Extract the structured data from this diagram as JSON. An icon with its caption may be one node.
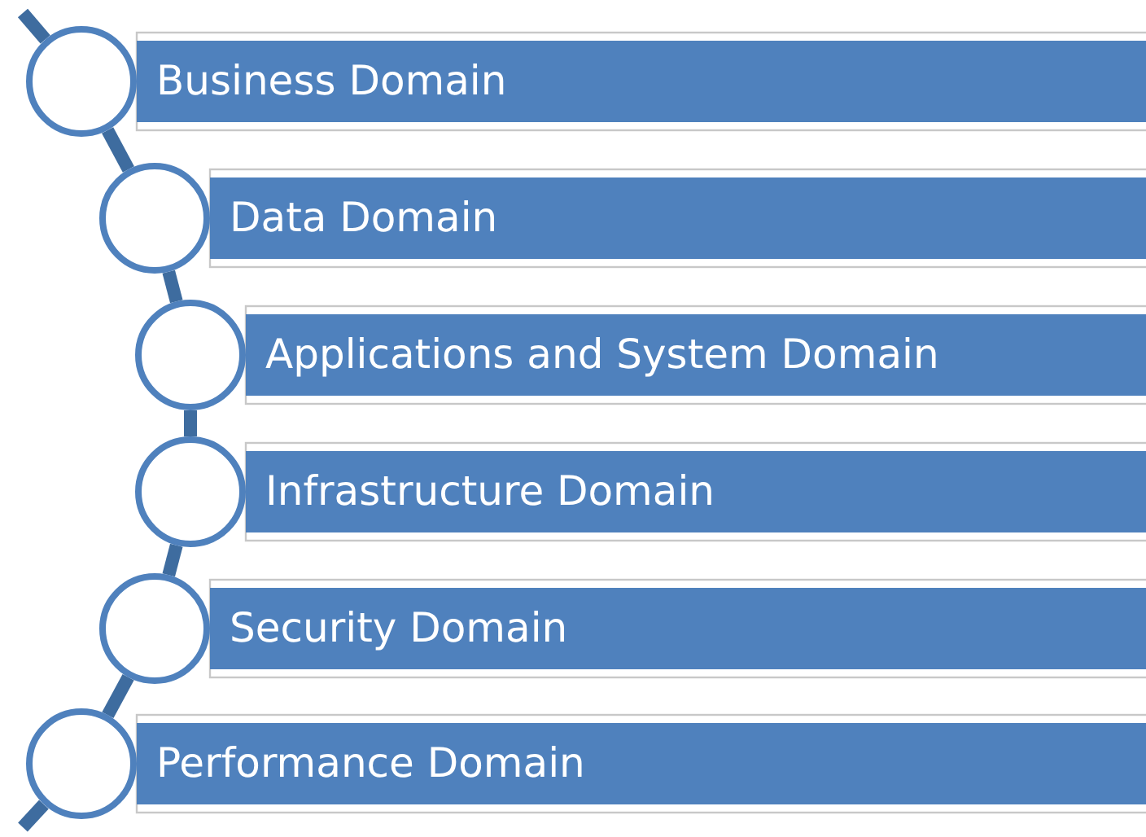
{
  "diagram": {
    "nodes": [
      {
        "text": [
          "Business Domain"
        ]
      },
      {
        "text": [
          "Data Domain"
        ]
      },
      {
        "text": [
          "Applications and System Domain"
        ]
      },
      {
        "text": [
          "Infrastructure Domain"
        ]
      },
      {
        "text": [
          "Security Domain"
        ]
      },
      {
        "text": [
          "Performance Domain"
        ]
      },
      {
        "text": [],
        "shape": "circle"
      },
      {
        "text": [],
        "shape": "circle"
      },
      {
        "text": [],
        "shape": "circle"
      },
      {
        "text": [],
        "shape": "circle"
      },
      {
        "text": [],
        "shape": "circle"
      },
      {
        "text": [],
        "shape": "circle"
      }
    ],
    "edges": [
      {
        "from": null,
        "to": 6,
        "arrow": "none"
      },
      {
        "from": 6,
        "to": 7,
        "arrow": "none"
      },
      {
        "from": 7,
        "to": 8,
        "arrow": "none"
      },
      {
        "from": 8,
        "to": 9,
        "arrow": "none"
      },
      {
        "from": 9,
        "to": 10,
        "arrow": "none"
      },
      {
        "from": 10,
        "to": 11,
        "arrow": "none"
      },
      {
        "from": 11,
        "to": null,
        "arrow": "none"
      }
    ]
  }
}
